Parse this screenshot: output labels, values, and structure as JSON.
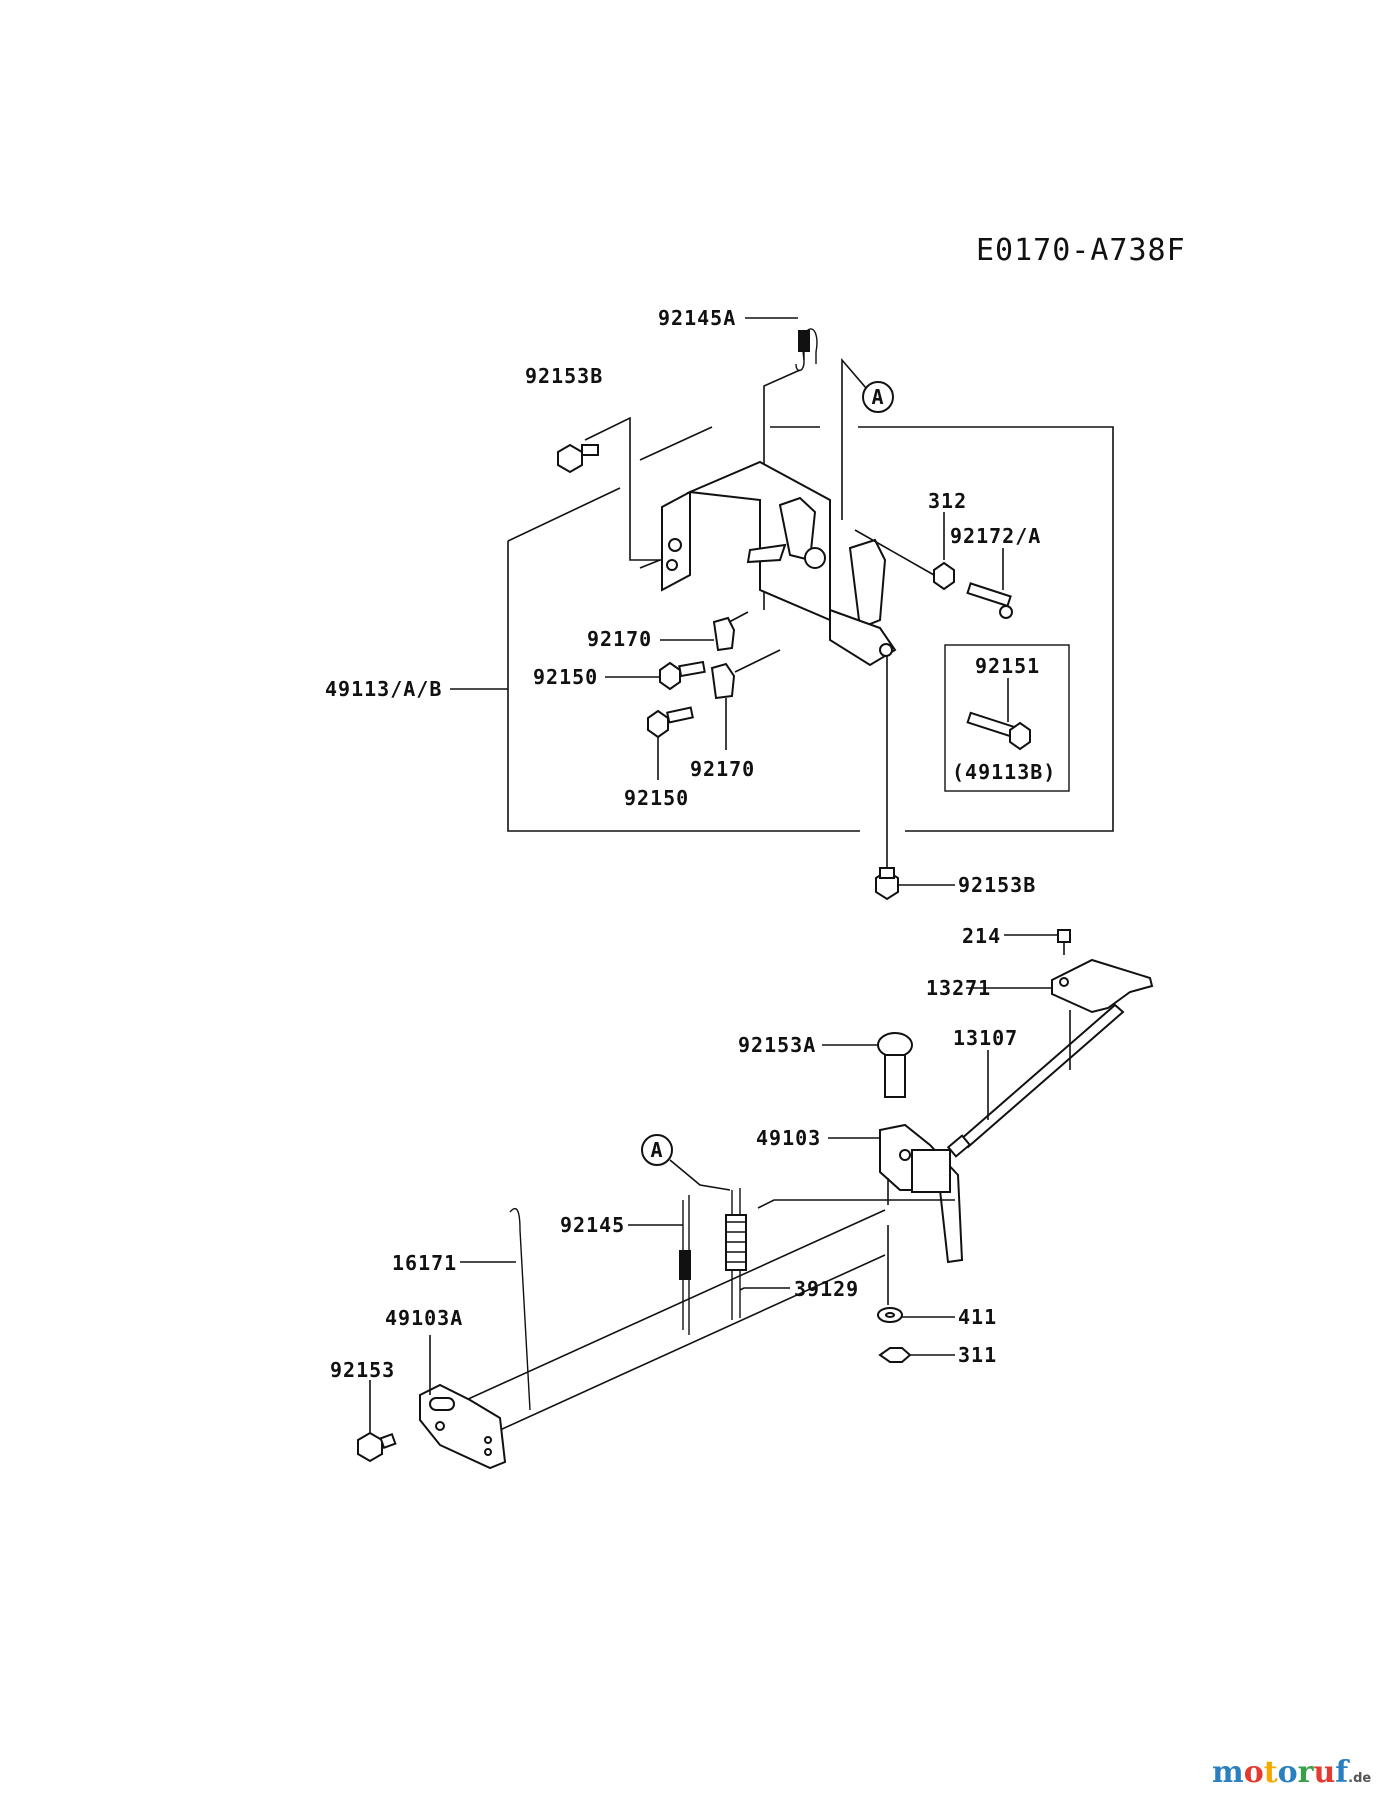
{
  "diagram_code": "E0170-A738F",
  "callout_marker": "A",
  "labels": {
    "p92145A": "92145A",
    "p92153B_top": "92153B",
    "p312": "312",
    "p92172A": "92172/A",
    "p92170_a": "92170",
    "p92150_a": "92150",
    "p49113AB": "49113/A/B",
    "p92151": "92151",
    "p49113B": "(49113B)",
    "p92170_b": "92170",
    "p92150_b": "92150",
    "p92153B_bot": "92153B",
    "p214": "214",
    "p13271": "13271",
    "p92153A": "92153A",
    "p13107": "13107",
    "p49103": "49103",
    "p92145": "92145",
    "p16171": "16171",
    "p39129": "39129",
    "p49103A": "49103A",
    "p411": "411",
    "p311": "311",
    "p92153": "92153"
  },
  "watermark": {
    "letters": [
      "m",
      "o",
      "t",
      "o",
      "r",
      "u",
      "f"
    ],
    "colors": [
      "#2a7fc1",
      "#e53a2f",
      "#f2a900",
      "#2a7fc1",
      "#3aa04a",
      "#e53a2f",
      "#2a7fc1"
    ],
    "suffix": ".de"
  }
}
